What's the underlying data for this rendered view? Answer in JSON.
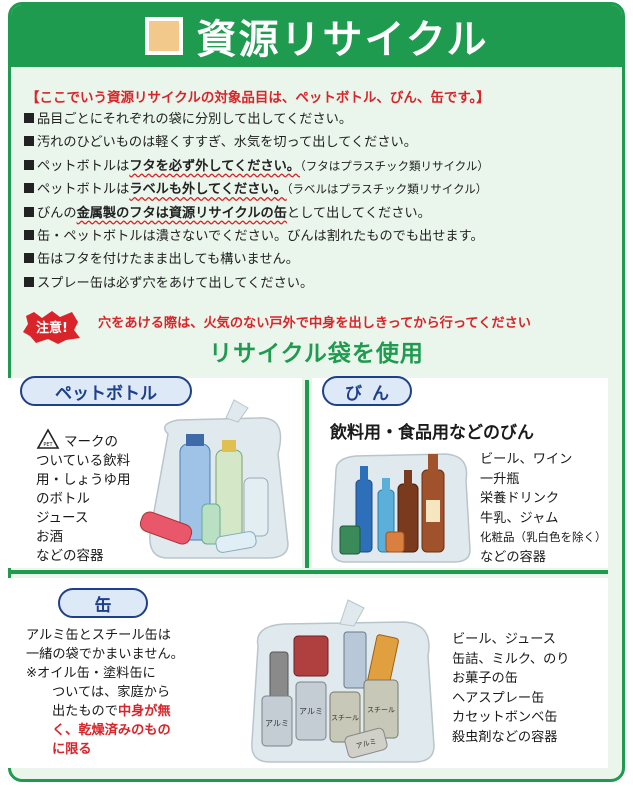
{
  "header": {
    "title": "資源リサイクル"
  },
  "intro": "【ここでいう資源リサイクルの対象品目は、ペットボトル、びん、缶です。】",
  "bullets": [
    {
      "pre": "品目ごとにそれぞれの袋に分別して出してください。"
    },
    {
      "pre": "汚れのひどいものは軽くすすぎ、水気を切って出してください。"
    },
    {
      "pre": "ペットボトルは",
      "em": "フタを必ず外してください。",
      "note": "（フタはプラスチック類リサイクル）"
    },
    {
      "pre": "ペットボトルは",
      "em": "ラベルも外してください。",
      "note": "（ラベルはプラスチック類リサイクル）"
    },
    {
      "pre": "びんの",
      "em": "金属製のフタは資源リサイクルの缶",
      "post": "として出してください。"
    },
    {
      "pre": "缶・ペットボトルは潰さないでください。びんは割れたものでも出せます。"
    },
    {
      "pre": "缶はフタを付けたまま出しても構いません。"
    },
    {
      "pre": "スプレー缶は必ず穴をあけて出してください。"
    }
  ],
  "caution": {
    "badge": "注意!",
    "text": "穴をあける際は、火気のない戸外で中身を出しきってから行ってください"
  },
  "use_bag": "リサイクル袋を使用",
  "pet": {
    "label": "ペットボトル",
    "icon_label": "PET",
    "lines": [
      "マークの",
      "ついている飲料",
      "用・しょうゆ用",
      "のボトル",
      "ジュース",
      "お酒",
      "などの容器"
    ]
  },
  "bin": {
    "label": "びん",
    "headline": "飲料用・食品用などのびん",
    "lines": [
      "ビール、ワイン",
      "一升瓶",
      "栄養ドリンク",
      "牛乳、ジャム",
      "化粧品（乳白色を除く）",
      "などの容器"
    ]
  },
  "can": {
    "label": "缶",
    "text1": "アルミ缶とスチール缶は",
    "text2": "一緒の袋でかまいません。",
    "text3": "※オイル缶・塗料缶に",
    "text4": "ついては、家庭から",
    "text5_pre": "出たもので",
    "text5_red": "中身が無",
    "text6_red": "く、乾燥済みのもの",
    "text7_red": "に限る",
    "lines": [
      "ビール、ジュース",
      "缶詰、ミルク、のり",
      "お菓子の缶",
      "ヘアスプレー缶",
      "カセットボンベ缶",
      "殺虫剤などの容器"
    ],
    "illus_labels": [
      "アルミ",
      "アルミ",
      "スチール",
      "スチール",
      "アルミ"
    ]
  },
  "colors": {
    "green": "#1f9b4f",
    "red": "#d9252a",
    "navy": "#1e3f8a",
    "pill": "#dde9f6"
  }
}
